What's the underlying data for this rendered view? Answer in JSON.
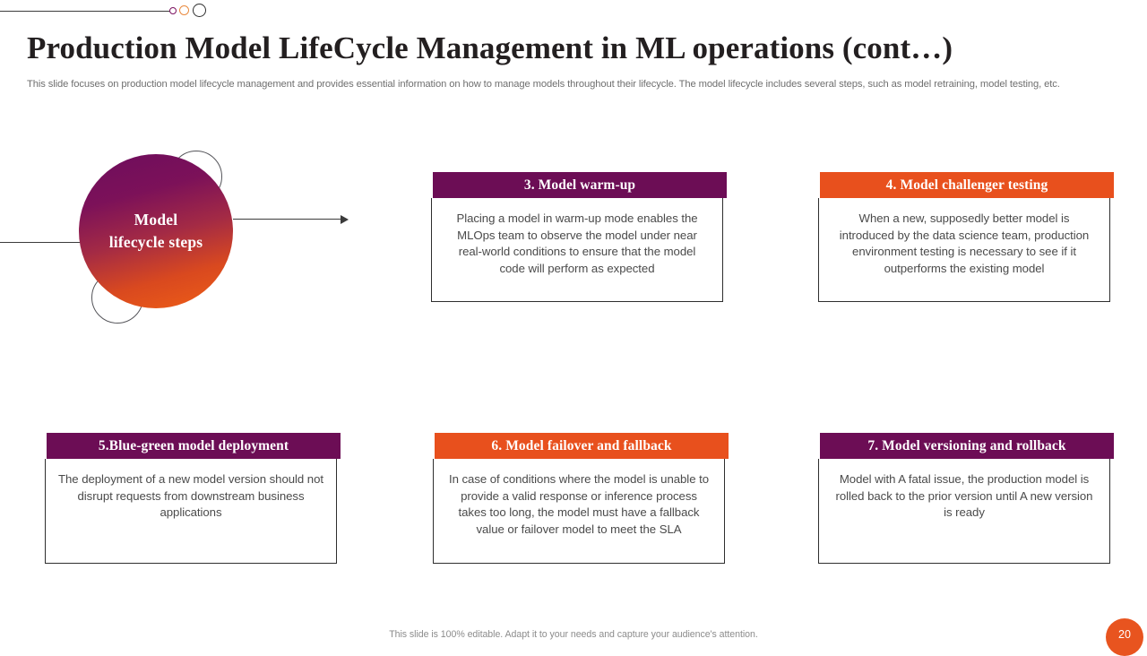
{
  "header": {
    "title": "Production Model LifeCycle Management  in ML operations (cont…)",
    "subtitle": "This slide focuses on production model lifecycle management and provides essential information on how to manage models throughout their lifecycle. The model lifecycle includes several steps, such as model retraining, model testing, etc."
  },
  "hub": {
    "label_line1": "Model",
    "label_line2": "lifecycle steps",
    "gradient_from": "#6d0d5d",
    "gradient_to": "#ef5f16"
  },
  "colors": {
    "purple": "#6c0d55",
    "orange": "#e8501d",
    "body_text": "#4a4a4a",
    "title_text": "#231f20"
  },
  "cards": [
    {
      "id": "card-3",
      "accent": "purple",
      "title": "3. Model warm-up",
      "body": "Placing a model in warm-up mode enables the MLOps team to observe the model under near real-world conditions to ensure that the model code will perform as expected"
    },
    {
      "id": "card-4",
      "accent": "orange",
      "title": "4. Model challenger testing",
      "body": "When a new, supposedly better model is introduced by the data science team, production environment testing is necessary to see if it outperforms the existing model"
    },
    {
      "id": "card-5",
      "accent": "purple",
      "title": "5.Blue-green model deployment",
      "body": "The deployment of a new model version should not disrupt requests from downstream business applications"
    },
    {
      "id": "card-6",
      "accent": "orange",
      "title": "6. Model failover and fallback",
      "body": "In case of conditions where the model is unable to provide a valid response or inference process takes too long, the model must have a fallback value or failover model to meet the SLA"
    },
    {
      "id": "card-7",
      "accent": "purple",
      "title": "7. Model versioning and rollback",
      "body": "Model with A fatal issue, the production model is rolled back to the prior version until A new version is ready"
    }
  ],
  "footer": {
    "note": "This slide is 100% editable. Adapt it to your needs and capture your audience's attention.",
    "page_number": "20"
  }
}
